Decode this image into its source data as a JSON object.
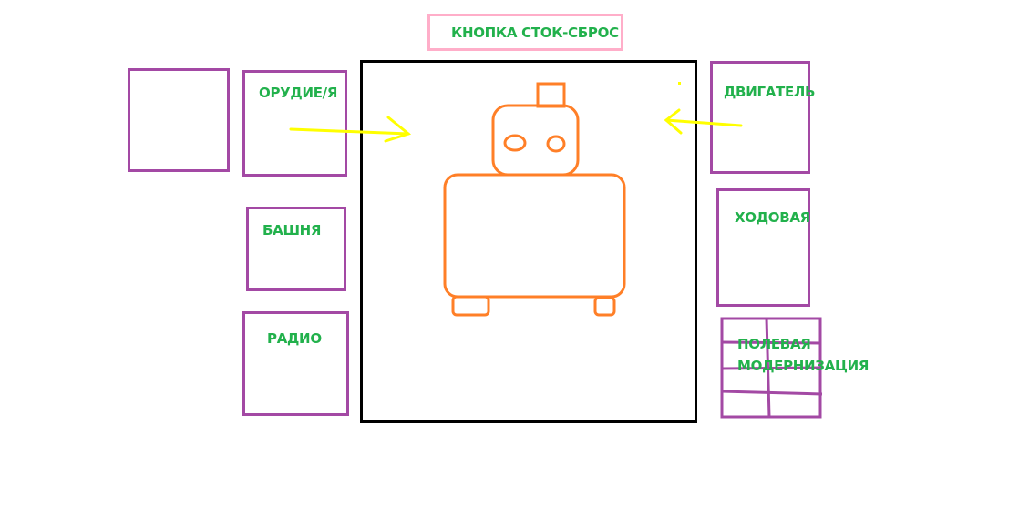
{
  "reset_button": {
    "label": "КНОПКА СТОК-СБРОС"
  },
  "slots": {
    "extra": {
      "label": ""
    },
    "gun": {
      "label": "ОРУДИЕ/Я"
    },
    "turret": {
      "label": "БАШНЯ"
    },
    "radio": {
      "label": "РАДИО"
    },
    "engine": {
      "label": "ДВИГАТЕЛЬ"
    },
    "chassis": {
      "label": "ХОДОВАЯ"
    },
    "field_mod": {
      "label_line1": "ПОЛЕВАЯ",
      "label_line2": "МОДЕРНИЗАЦИЯ"
    }
  },
  "colors": {
    "slot_border": "#a349a4",
    "label_text": "#22b14c",
    "reset_border": "#ffaec9",
    "preview_border": "#000000",
    "tank_outline": "#ff7f27",
    "arrow": "#ffff00"
  }
}
